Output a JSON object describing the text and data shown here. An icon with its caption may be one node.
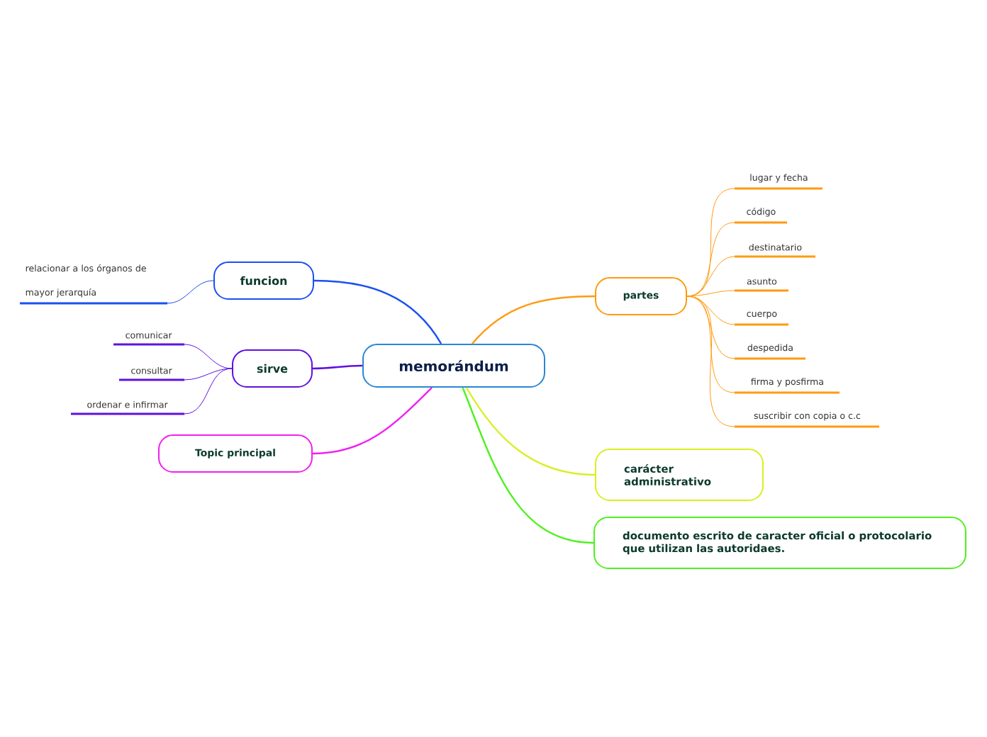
{
  "diagram": {
    "nodes": [
      {
        "text": [
          "memorándum"
        ]
      },
      {
        "text": [
          "funcion"
        ]
      },
      {
        "text": [
          "relacionar a los órganos de mayor jerarquía"
        ]
      },
      {
        "text": [
          "sirve"
        ]
      },
      {
        "text": [
          "comunicar"
        ]
      },
      {
        "text": [
          "consultar"
        ]
      },
      {
        "text": [
          "ordenar e infirmar"
        ]
      },
      {
        "text": [
          "Topic principal"
        ]
      },
      {
        "text": [
          "partes"
        ]
      },
      {
        "text": [
          "lugar y fecha"
        ]
      },
      {
        "text": [
          "código"
        ]
      },
      {
        "text": [
          "destinatario"
        ]
      },
      {
        "text": [
          "asunto"
        ]
      },
      {
        "text": [
          "cuerpo"
        ]
      },
      {
        "text": [
          "despedida"
        ]
      },
      {
        "text": [
          "firma y posfirma"
        ]
      },
      {
        "text": [
          "suscribir con copia o c.c"
        ]
      },
      {
        "text": [
          "carácter administrativo"
        ]
      },
      {
        "text": [
          "documento escrito de caracter oficial o protocolario que utilizan las autoridaes."
        ]
      }
    ],
    "edges": [
      {
        "from": 0,
        "to": 1,
        "arrow": "none",
        "color": "#1a50f0"
      },
      {
        "from": 1,
        "to": 2,
        "arrow": "none",
        "color": "#1a50f0"
      },
      {
        "from": 0,
        "to": 3,
        "arrow": "none",
        "color": "#6010e0"
      },
      {
        "from": 3,
        "to": 4,
        "arrow": "none",
        "color": "#6010e0"
      },
      {
        "from": 3,
        "to": 5,
        "arrow": "none",
        "color": "#6010e0"
      },
      {
        "from": 3,
        "to": 6,
        "arrow": "none",
        "color": "#6010e0"
      },
      {
        "from": 0,
        "to": 7,
        "arrow": "none",
        "color": "#f020f0"
      },
      {
        "from": 0,
        "to": 8,
        "arrow": "none",
        "color": "#ff9a10"
      },
      {
        "from": 8,
        "to": 9,
        "arrow": "none",
        "color": "#ff9a10"
      },
      {
        "from": 8,
        "to": 10,
        "arrow": "none",
        "color": "#ff9a10"
      },
      {
        "from": 8,
        "to": 11,
        "arrow": "none",
        "color": "#ff9a10"
      },
      {
        "from": 8,
        "to": 12,
        "arrow": "none",
        "color": "#ff9a10"
      },
      {
        "from": 8,
        "to": 13,
        "arrow": "none",
        "color": "#ff9a10"
      },
      {
        "from": 8,
        "to": 14,
        "arrow": "none",
        "color": "#ff9a10"
      },
      {
        "from": 8,
        "to": 15,
        "arrow": "none",
        "color": "#ff9a10"
      },
      {
        "from": 8,
        "to": 16,
        "arrow": "none",
        "color": "#ff9a10"
      },
      {
        "from": 0,
        "to": 17,
        "arrow": "none",
        "color": "#d8f020"
      },
      {
        "from": 0,
        "to": 18,
        "arrow": "none",
        "color": "#50f020"
      }
    ]
  }
}
